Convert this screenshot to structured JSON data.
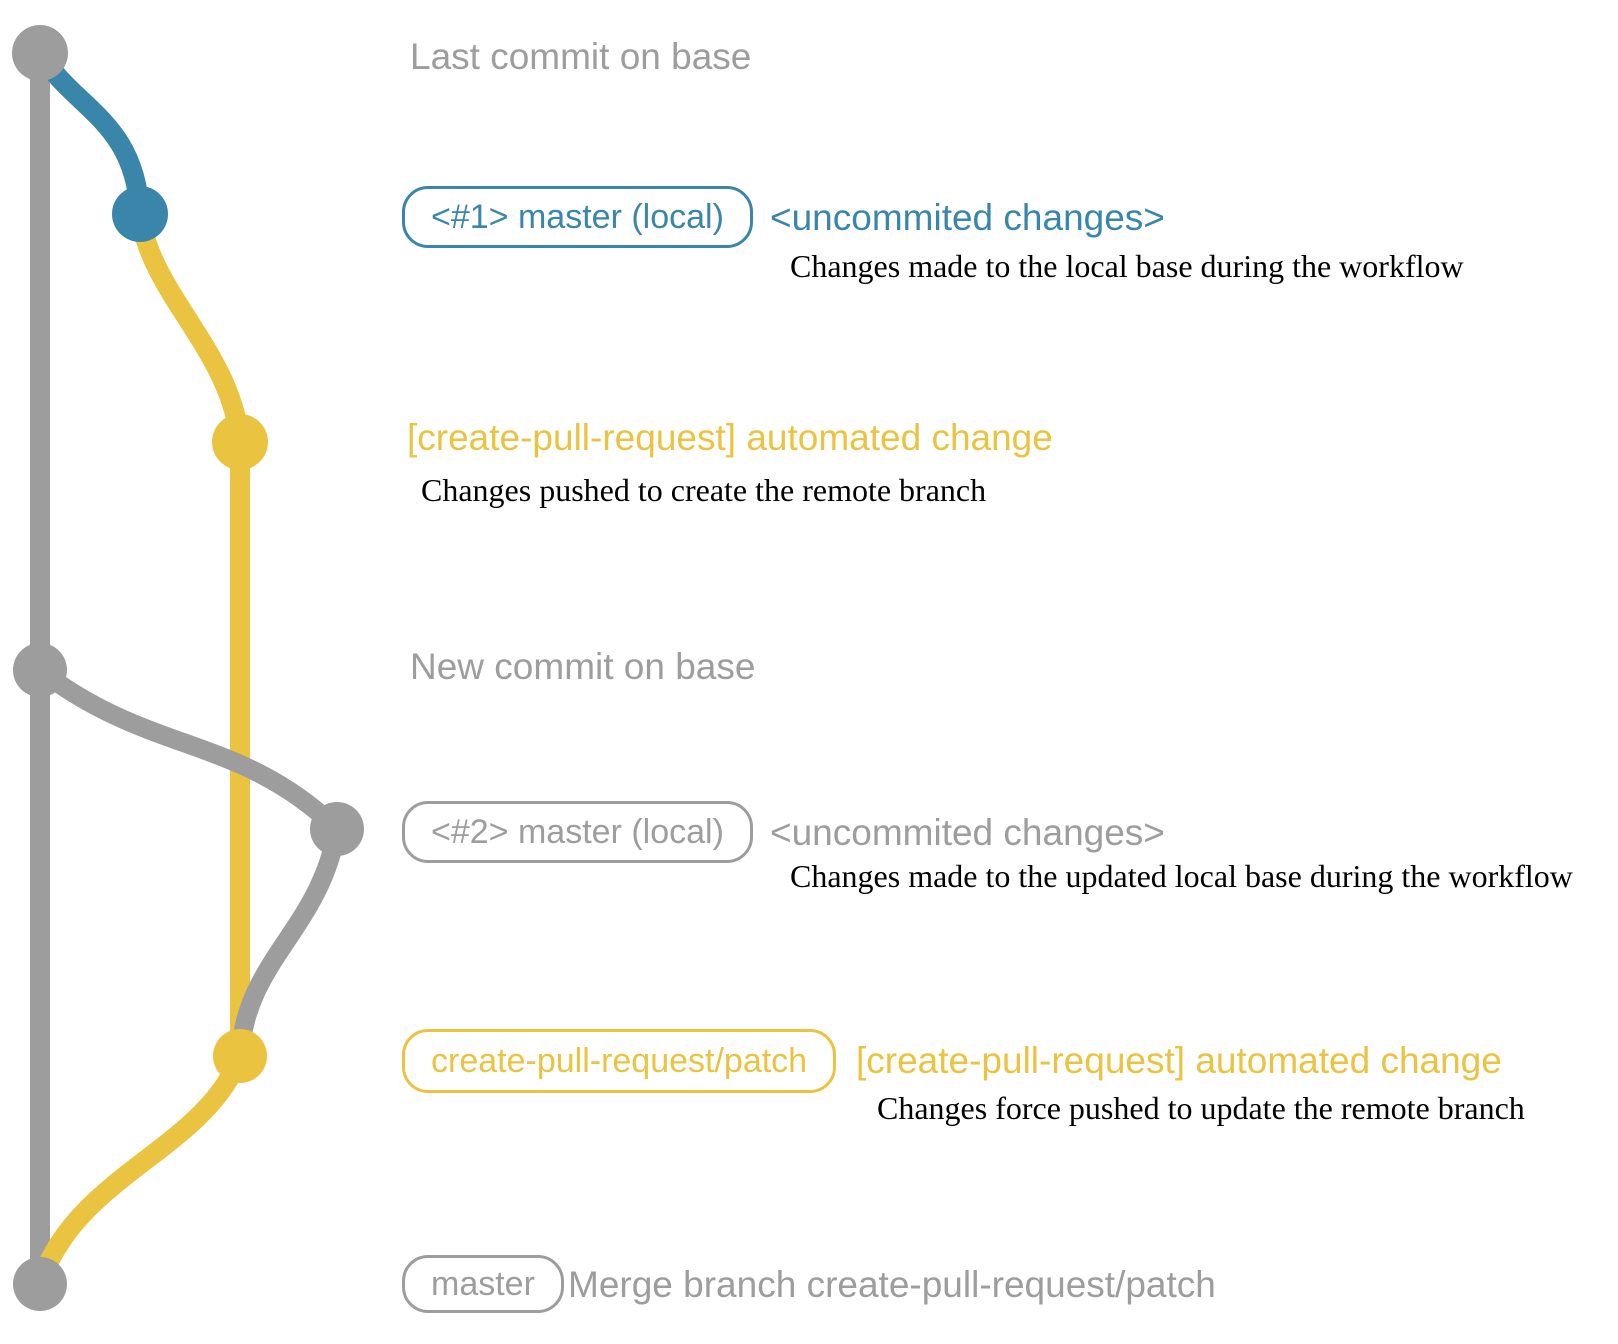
{
  "title": "create-pull-request workflow git graph",
  "colors": {
    "background": "#ffffff",
    "base": "#9d9d9d",
    "local": "#3a86aa",
    "remote": "#eac340",
    "annotation": "#000000"
  },
  "graph": {
    "branches": [
      {
        "name": "base (master remote)",
        "color_key": "base"
      },
      {
        "name": "master (local)",
        "color_key": "local"
      },
      {
        "name": "create-pull-request/patch",
        "color_key": "remote"
      }
    ]
  },
  "rows": {
    "last_base_commit": {
      "label": "Last commit on base"
    },
    "local_commit_1": {
      "badge": "<#1> master (local)",
      "message": "<uncommited changes>",
      "annotation": "Changes made to the local base during the workflow"
    },
    "patch_commit_1": {
      "message": "[create-pull-request] automated change",
      "annotation": "Changes pushed to create the remote branch"
    },
    "new_base_commit": {
      "label": "New commit on base"
    },
    "local_commit_2": {
      "badge": "<#2> master (local)",
      "message": "<uncommited changes>",
      "annotation": "Changes made to the updated local base during the workflow"
    },
    "patch_commit_2": {
      "badge": "create-pull-request/patch",
      "message": "[create-pull-request] automated change",
      "annotation": "Changes force pushed to update the remote branch"
    },
    "merge_commit": {
      "badge": "master",
      "message": "Merge branch create-pull-request/patch"
    }
  }
}
